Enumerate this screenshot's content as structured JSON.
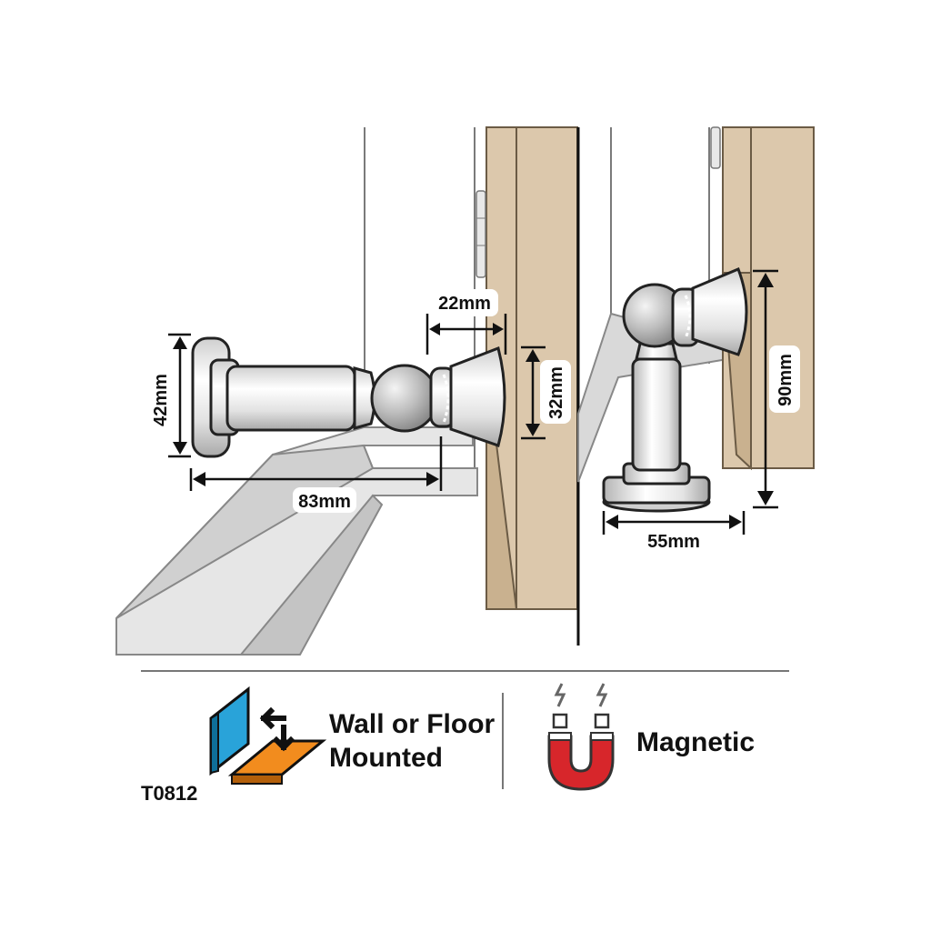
{
  "dimensions": {
    "wall_height": "42mm",
    "wall_length": "83mm",
    "wall_receiver_depth": "22mm",
    "wall_receiver_diameter": "32mm",
    "floor_height": "90mm",
    "floor_base_width": "55mm"
  },
  "features": {
    "mount": {
      "line1": "Wall or Floor",
      "line2": "Mounted",
      "icon": "wall-floor-mount-icon"
    },
    "magnetic": {
      "label": "Magnetic",
      "icon": "magnet-icon"
    }
  },
  "product_code": "T0812",
  "colors": {
    "wood": "#dcc8ac",
    "wood_edge": "#c9b18f",
    "chrome_light": "#f2f2f2",
    "chrome_dark": "#9a9a9a",
    "floor": "#d9d9d9",
    "wall_panel_blue": "#29a3d9",
    "floor_panel_orange": "#f28c1e",
    "magnet_red": "#d7262b"
  }
}
